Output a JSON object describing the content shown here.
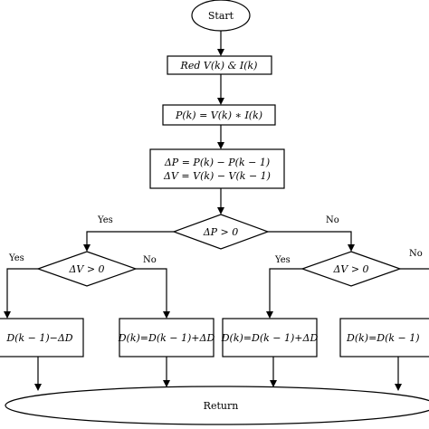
{
  "nodes": {
    "start": "Start",
    "read": "Red V(k) & I(k)",
    "power": "P(k) = V(k) ∗ I(k)",
    "delta_p": "ΔP = P(k) − P(k − 1)",
    "delta_v": "ΔV = V(k) − V(k − 1)",
    "dec_p": "ΔP > 0",
    "dec_v_left": "ΔV > 0",
    "dec_v_right": "ΔV > 0",
    "box_1": "D(k − 1)−ΔD",
    "box_2": "D(k)=D(k − 1)+ΔD",
    "box_3": "D(k)=D(k − 1)+ΔD",
    "box_4": "D(k)=D(k − 1)",
    "return": "Return"
  },
  "labels": {
    "yes_p": "Yes",
    "no_p": "No",
    "yes_vl": "Yes",
    "no_vl": "No",
    "yes_vr": "Yes",
    "no_vr": "No"
  }
}
